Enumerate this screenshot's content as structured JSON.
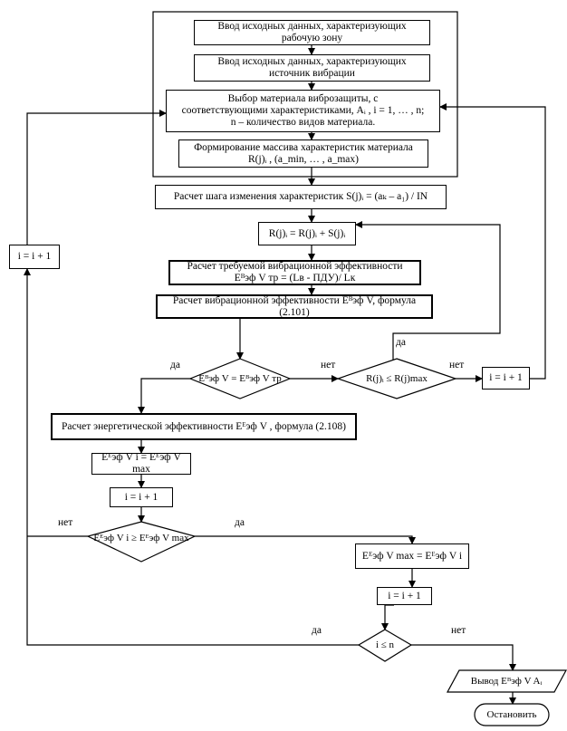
{
  "blocks": {
    "input_workzone": [
      "Ввод исходных данных, характеризующих",
      "рабочую зону"
    ],
    "input_vibsource": [
      "Ввод исходных данных, характеризующих",
      "источник вибрации"
    ],
    "select_material": [
      "Выбор материала виброзащиты, с",
      "соответствующими характеристиками, Aᵢ , i = 1, … , n;",
      "n – количество видов материала."
    ],
    "form_array": [
      "Формирование массива характеристик материала",
      "R(j)ᵢ , (a_min, … , a_max)"
    ],
    "step_calc": "Расчет шага изменения характеристик S(j)ᵢ = (aₖ – a₁) / IN",
    "r_update": "R(j)ᵢ = R(j)ᵢ + S(j)ᵢ",
    "req_eff": [
      "Расчет требуемой вибрационной эффективности",
      "Eᴮэф V тр = (Lв - ПДУ)/ Lк"
    ],
    "vib_eff": "Расчет вибрационной эффективности Eᴮэф V, формула (2.101)",
    "energy_eff": "Расчет энергетической эффективности Eᴱэф V , формула (2.108)",
    "emax_assign": "Eᴱэф V i = Eᴱэф V max",
    "i_inc_1": "i = i + 1",
    "i_inc_left": "i = i + 1",
    "i_inc_right": "i = i + 1",
    "emax_set": "Eᴱэф V max = Eᴱэф V i",
    "i_inc_2": "i = i + 1",
    "output": "Вывод Eᴮэф V Aᵢ",
    "stop": "Остановить"
  },
  "decisions": {
    "eff_check": "Eᴮэф V = Eᴮэф V тр",
    "r_check": "R(j)ᵢ ≤ R(j)max",
    "energy_check": "Eᴱэф V i ≥ Eᴱэф V max",
    "i_check": "i ≤ n"
  },
  "labels": {
    "yes": "да",
    "no": "нет"
  }
}
